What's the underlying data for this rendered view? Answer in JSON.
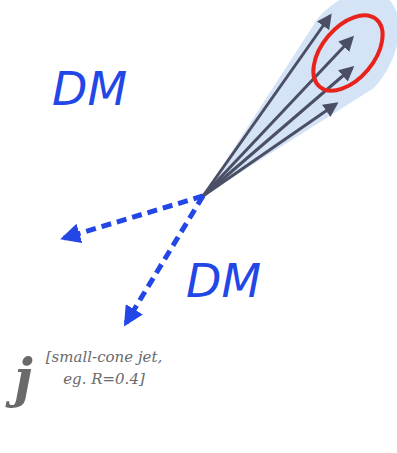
{
  "diagram": {
    "labels": [
      "DM",
      "DM",
      "j",
      "[small-cone jet, eg. R=0.4]"
    ]
  }
}
